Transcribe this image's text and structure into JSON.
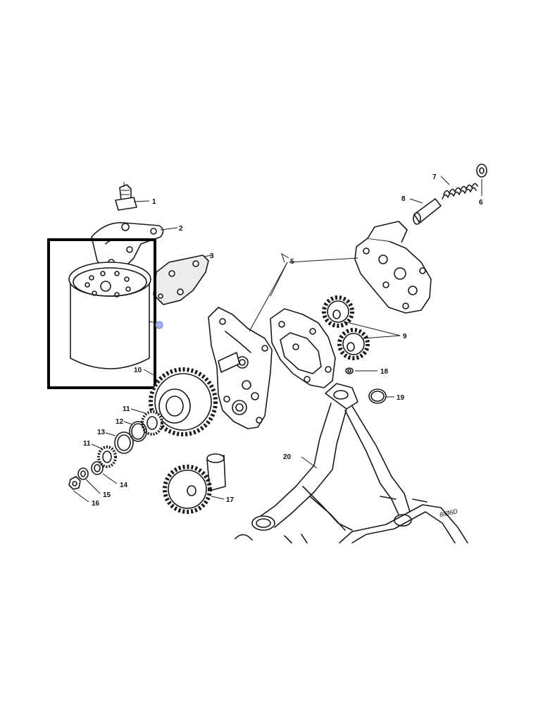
{
  "diagram": {
    "callouts": {
      "c1": "1",
      "c2": "2",
      "c3": "3",
      "c5": "5",
      "c6": "6",
      "c7": "7",
      "c8": "8",
      "c9": "9",
      "c10": "10",
      "c11a": "11",
      "c11b": "11",
      "c12": "12",
      "c13": "13",
      "c14": "14",
      "c15": "15",
      "c16": "16",
      "c17": "17",
      "c18": "18",
      "c19": "19",
      "c20": "20"
    },
    "stamp": "8IØ6D",
    "colors": {
      "line": "#1a1a1a",
      "highlight": "#000000",
      "marker": "#a9b4e6"
    }
  }
}
